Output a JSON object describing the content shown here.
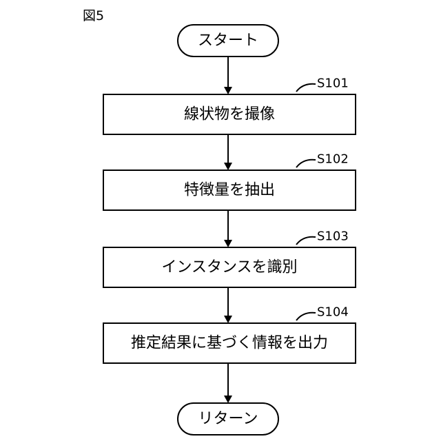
{
  "figure_label": "図5",
  "start": {
    "label": "スタート"
  },
  "steps": [
    {
      "id": "S101",
      "label": "線状物を撮像"
    },
    {
      "id": "S102",
      "label": "特徴量を抽出"
    },
    {
      "id": "S103",
      "label": "インスタンスを識別"
    },
    {
      "id": "S104",
      "label": "推定結果に基づく情報を出力"
    }
  ],
  "end": {
    "label": "リターン"
  }
}
